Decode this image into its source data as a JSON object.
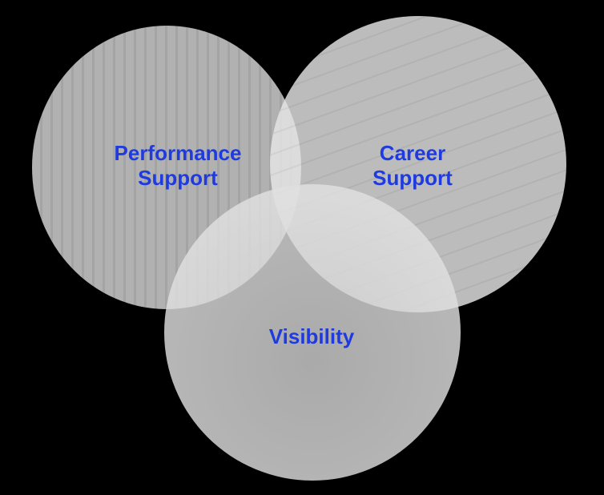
{
  "colors": {
    "background": "#000000",
    "label": "#1f3be0"
  },
  "circles": [
    {
      "line1": "Performance",
      "line2": "Support"
    },
    {
      "line1": "Career",
      "line2": "Support"
    },
    {
      "line1": "Visibility"
    }
  ]
}
